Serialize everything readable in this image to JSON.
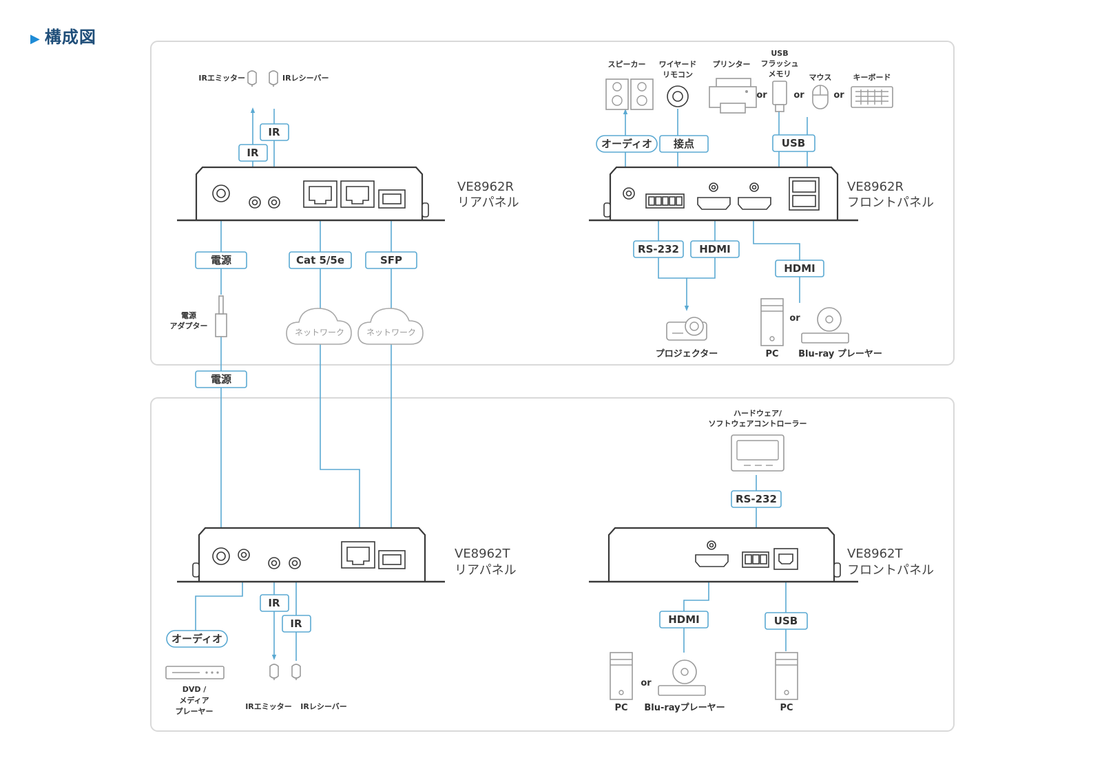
{
  "heading": {
    "marker": "▶",
    "text": "構成図"
  },
  "devices": {
    "r_rear": {
      "model": "VE8962R",
      "side": "リアパネル"
    },
    "r_front": {
      "model": "VE8962R",
      "side": "フロントパネル"
    },
    "t_rear": {
      "model": "VE8962T",
      "side": "リアパネル"
    },
    "t_front": {
      "model": "VE8962T",
      "side": "フロントパネル"
    }
  },
  "labels": {
    "ir": "IR",
    "power": "電源",
    "cat": "Cat 5/5e",
    "sfp": "SFP",
    "audio": "オーディオ",
    "contact": "接点",
    "usb": "USB",
    "rs232": "RS-232",
    "hdmi": "HDMI"
  },
  "captions": {
    "ir_emitter": "IRエミッター",
    "ir_receiver": "IRレシーバー",
    "power_adapter_1": "電源",
    "power_adapter_2": "アダプター",
    "network": "ネットワーク",
    "speaker": "スピーカー",
    "wired_remote_1": "ワイヤード",
    "wired_remote_2": "リモコン",
    "printer": "プリンター",
    "usb_flash_1": "USB",
    "usb_flash_2": "フラッシュ",
    "usb_flash_3": "メモリ",
    "mouse": "マウス",
    "keyboard": "キーボード",
    "projector": "プロジェクター",
    "pc": "PC",
    "bluray_player_1": "Blu-ray プレーヤー",
    "bluray_player_2": "Blu-rayプレーヤー",
    "or": "or",
    "dvd_1": "DVD /",
    "dvd_2": "メディア",
    "dvd_3": "プレーヤー",
    "controller_1": "ハードウェア/",
    "controller_2": "ソフトウェアコントローラー"
  }
}
